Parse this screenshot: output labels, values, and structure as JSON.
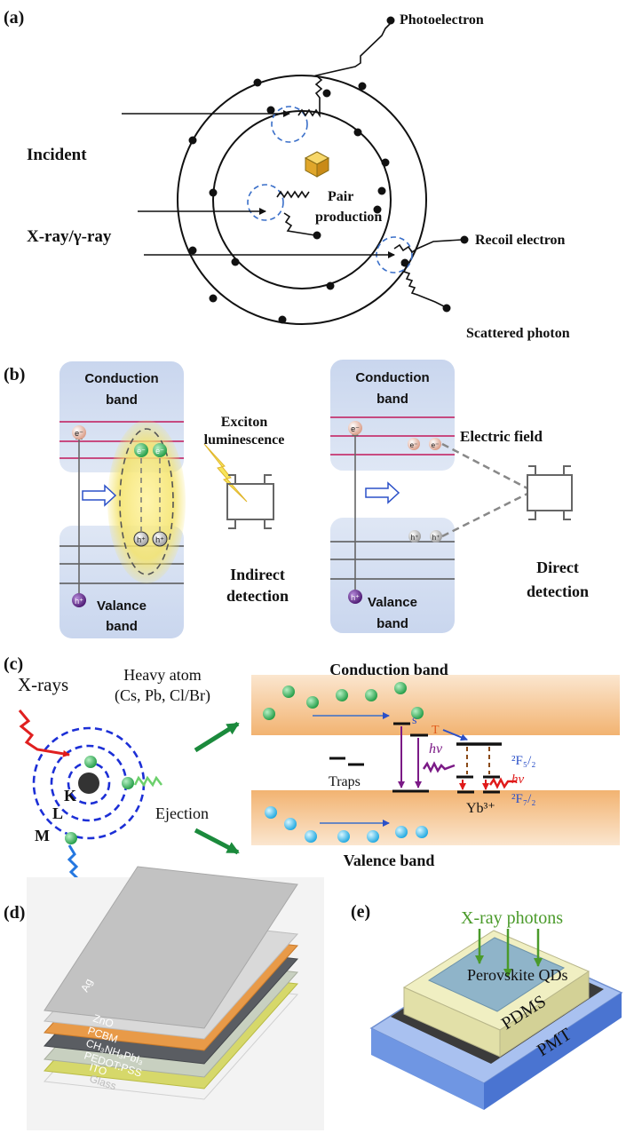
{
  "panel_a": {
    "label": "(a)",
    "incident": "Incident",
    "xray_gamma": "X-ray/γ-ray",
    "photoelectron": "Photoelectron",
    "pair_1": "Pair",
    "pair_2": "production",
    "recoil": "Recoil electron",
    "scattered": "Scattered photon"
  },
  "panel_b": {
    "label": "(b)",
    "conduction_1": "Conduction",
    "conduction_2": "band",
    "valance_1": "Valance",
    "valance_2": "band",
    "exciton_1": "Exciton",
    "exciton_2": "luminescence",
    "indirect_1": "Indirect",
    "indirect_2": "detection",
    "electric_field": "Electric field",
    "direct_1": "Direct",
    "direct_2": "detection",
    "e": "e⁻",
    "h": "h⁺"
  },
  "panel_c": {
    "label": "(c)",
    "xrays": "X-rays",
    "heavy_atom_1": "Heavy atom",
    "heavy_atom_2": "(Cs, Pb, Cl/Br)",
    "shell_k": "K",
    "shell_l": "L",
    "shell_m": "M",
    "ejection": "Ejection",
    "conduction_band": "Conduction band",
    "valence_band": "Valence band",
    "traps": "Traps",
    "s": "s",
    "t": "T",
    "hv": "hν",
    "f52": "²F₅/₂",
    "f72": "²F₇/₂",
    "yb": "Yb³⁺"
  },
  "panel_d": {
    "label": "(d)",
    "layers": [
      "Ag",
      "ZnO",
      "PCBM",
      "CH₃NH₃PbI₃",
      "PEDOT:PSS",
      "ITO",
      "Glass"
    ]
  },
  "panel_e": {
    "label": "(e)",
    "xray_photons": "X-ray photons",
    "perovskite": "Perovskite QDs",
    "pdms": "PDMS",
    "pmt": "PMT"
  }
}
